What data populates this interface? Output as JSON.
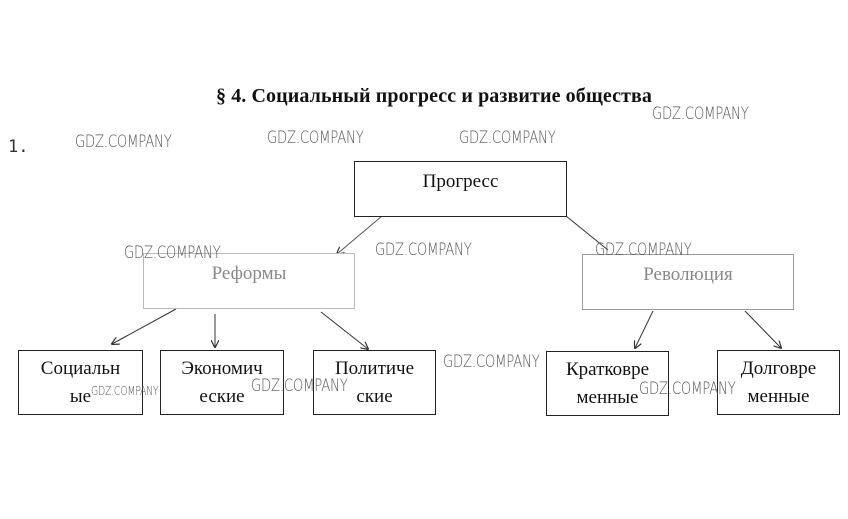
{
  "document": {
    "title": "§ 4. Социальный прогресс и развитие общества",
    "task_number": "1."
  },
  "diagram": {
    "root": {
      "label": "Прогресс"
    },
    "branches": [
      {
        "label": "Реформы",
        "children": [
          {
            "line1": "Социальн",
            "line2": "ые"
          },
          {
            "line1": "Экономич",
            "line2": "еские"
          },
          {
            "line1": "Политиче",
            "line2": "ские"
          }
        ]
      },
      {
        "label": "Революция",
        "children": [
          {
            "line1": "Кратковре",
            "line2": "менные"
          },
          {
            "line1": "Долговре",
            "line2": "менные"
          }
        ]
      }
    ]
  },
  "watermark": {
    "text": "GDZ.COMPANY"
  }
}
